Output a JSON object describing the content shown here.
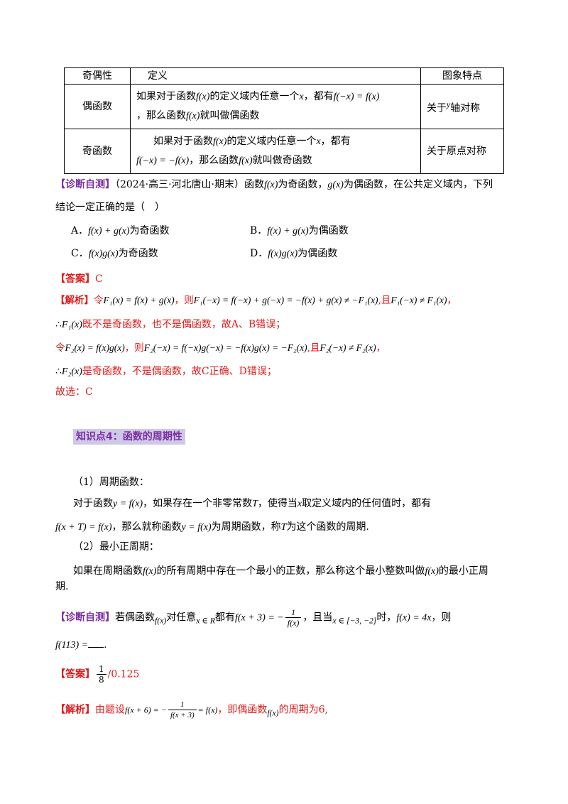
{
  "table": {
    "headers": [
      "奇偶性",
      "定义",
      "图象特点"
    ],
    "even": {
      "name": "偶函数",
      "def_a": "如果对于函数",
      "def_fx": "f(x)",
      "def_b": "的定义域内任意一个",
      "def_x": "x",
      "def_c": "，都有",
      "def_eq": "f(−x) = f(x)",
      "def_d": "，那么函数",
      "def_fx2": "f(x)",
      "def_e": "就叫做偶函数",
      "feature_a": "关于",
      "feature_y": "y",
      "feature_b": "轴对称"
    },
    "odd": {
      "name": "奇函数",
      "def_a": "如果对于函数",
      "def_fx": "f(x)",
      "def_b": "的定义域内任意一个",
      "def_x": "x",
      "def_c": "，都有",
      "def_eq": "f(−x) = −f(x)",
      "def_d": "，那么函数",
      "def_fx2": "f(x)",
      "def_e": "就叫做奇函数",
      "feature": "关于原点对称"
    }
  },
  "q1": {
    "tag": "【诊断自测】",
    "source": "（2024·高三·河北唐山·期末）",
    "s1": "函数",
    "fx": "f(x)",
    "s2": "为奇函数，",
    "gx": "g(x)",
    "s3": "为偶函数，在公共定义域内，下列",
    "s4": "结论一定正确的是（　）",
    "options": [
      {
        "label": "A．",
        "expr": "f(x) + g(x)",
        "text": "为奇函数"
      },
      {
        "label": "B．",
        "expr": "f(x) + g(x)",
        "text": "为偶函数"
      },
      {
        "label": "C．",
        "expr": "f(x)g(x)",
        "text": "为奇函数"
      },
      {
        "label": "D．",
        "expr": "f(x)g(x)",
        "text": "为偶函数"
      }
    ],
    "answer_tag": "【答案】",
    "answer": "C",
    "analysis_tag": "【解析】",
    "a1_pre": "令",
    "a1_expr": "F₁(x) = f(x) + g(x)",
    "a1_mid": "，则",
    "a1_expr2": "F₁(−x) = f(−x) + g(−x) = −f(x) + g(x) ≠ −F₁(x)",
    "a1_and": ",且",
    "a1_expr3": "F₁(−x) ≠ F₁(x)",
    "a1_end": "，",
    "a2_therefore": "∴",
    "a2_expr": "F₁(x)",
    "a2_text": "既不是奇函数，也不是偶函数，故A、B错误；",
    "a3_pre": "令",
    "a3_expr": "F₂(x) = f(x)g(x)",
    "a3_mid": "，则",
    "a3_expr2": "F₂(−x) = f(−x)g(−x) = −f(x)g(x) = −F₂(x)",
    "a3_and": ",且",
    "a3_expr3": "F₂(−x) ≠ F₂(x)",
    "a3_end": "，",
    "a4_therefore": "∴",
    "a4_expr": "F₂(x)",
    "a4_text": "是奇函数，不是偶函数，故C正确、D错误；",
    "final": "故选：C"
  },
  "section": {
    "title": "知识点4：函数的周期性"
  },
  "period": {
    "h1": "（1）周期函数：",
    "p1_a": "对于函数",
    "p1_expr": "y = f(x)",
    "p1_b": "，如果存在一个非零常数",
    "p1_T": "T",
    "p1_c": "，使得当",
    "p1_x": "x",
    "p1_d": "取定义域内的任何值时，都有",
    "p2_expr": "f(x + T) = f(x)",
    "p2_a": "，那么就称函数",
    "p2_expr2": "y = f(x)",
    "p2_b": "为周期函数，称",
    "p2_T": "T",
    "p2_c": "为这个函数的周期.",
    "h2": "（2）最小正周期：",
    "p3_a": "如果在周期函数",
    "p3_expr": "f(x)",
    "p3_b": "的所有周期中存在一个最小的正数，那么称这个最小整数叫做",
    "p3_expr2": "f(x)",
    "p3_c": "的最小正周",
    "p4": "期."
  },
  "q2": {
    "tag": "【诊断自测】",
    "s1": "若偶函数",
    "fx": "f(x)",
    "s2": "对任意",
    "xr": "x ∈ R",
    "s3": "都有",
    "eq_lhs": "f(x + 3) = −",
    "eq_num": "1",
    "eq_den": "f(x)",
    "s4": "，且当",
    "interval": "x ∈ [−3, −2]",
    "s5": "时，",
    "fx4": "f(x) = 4x",
    "s6": "，则",
    "q_expr": "f(113) =",
    "q_end": ".",
    "answer_tag": "【答案】",
    "ans_num": "1",
    "ans_den": "8",
    "ans_alt": "/0.125",
    "analysis_tag": "【解析】",
    "a1_pre": "由题设",
    "a1_lhs": "f(x + 6) = −",
    "a1_num": "1",
    "a1_den": "f(x + 3)",
    "a1_rhs": "= f(x)",
    "a1_mid": "，即偶函数",
    "a1_fx": "f(x)",
    "a1_end": "的周期为6,"
  }
}
